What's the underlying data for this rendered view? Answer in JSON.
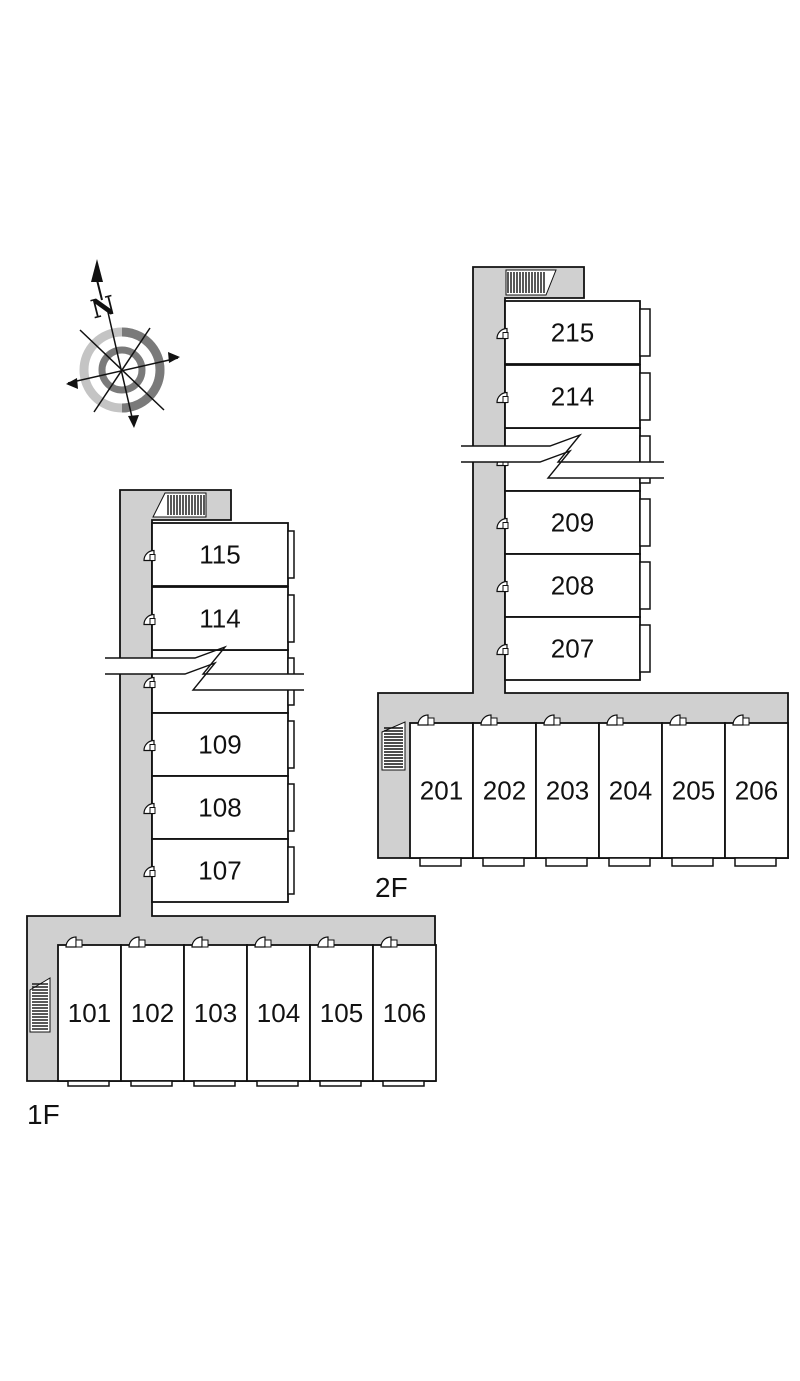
{
  "compass": {
    "label": "N",
    "icon": "north-arrow-icon"
  },
  "floors": [
    {
      "id": "floor-1",
      "label": "1F",
      "vertical_units": [
        "115",
        "114",
        "109",
        "108",
        "107"
      ],
      "horizontal_units": [
        "101",
        "102",
        "103",
        "104",
        "105",
        "106"
      ]
    },
    {
      "id": "floor-2",
      "label": "2F",
      "vertical_units": [
        "215",
        "214",
        "209",
        "208",
        "207"
      ],
      "horizontal_units": [
        "201",
        "202",
        "203",
        "204",
        "205",
        "206"
      ]
    }
  ],
  "colors": {
    "corridor": "#d0d0d0",
    "wall": "#111111",
    "unit_fill": "#ffffff",
    "compass_dark": "#7a7a7a",
    "compass_light": "#c4c4c4"
  }
}
